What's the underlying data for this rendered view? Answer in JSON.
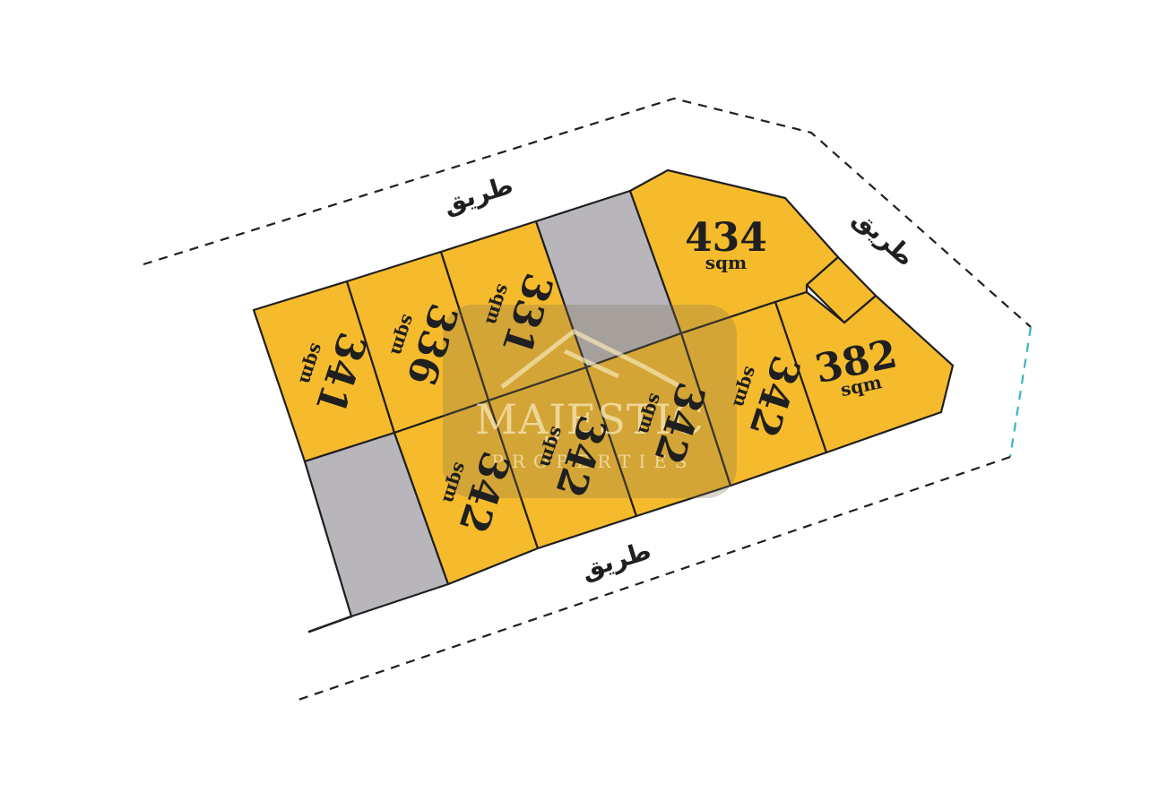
{
  "roads": {
    "north_label": "طريق",
    "east_label": "طريق",
    "south_label": "طريق"
  },
  "unit": "sqm",
  "plots": [
    {
      "id": "p341",
      "area": "341"
    },
    {
      "id": "p336",
      "area": "336"
    },
    {
      "id": "p331",
      "area": "331"
    },
    {
      "id": "p434",
      "area": "434"
    },
    {
      "id": "p342a",
      "area": "342"
    },
    {
      "id": "p342b",
      "area": "342"
    },
    {
      "id": "p342c",
      "area": "342"
    },
    {
      "id": "p342d",
      "area": "342"
    },
    {
      "id": "p382",
      "area": "382"
    }
  ],
  "watermark": {
    "brand": "MAJESTIC",
    "sub": "PROPERTIES"
  },
  "colors": {
    "plot_available": "#F5BB2D",
    "plot_unavailable": "#B8B5BB",
    "road_accent": "#3AB3C3"
  }
}
